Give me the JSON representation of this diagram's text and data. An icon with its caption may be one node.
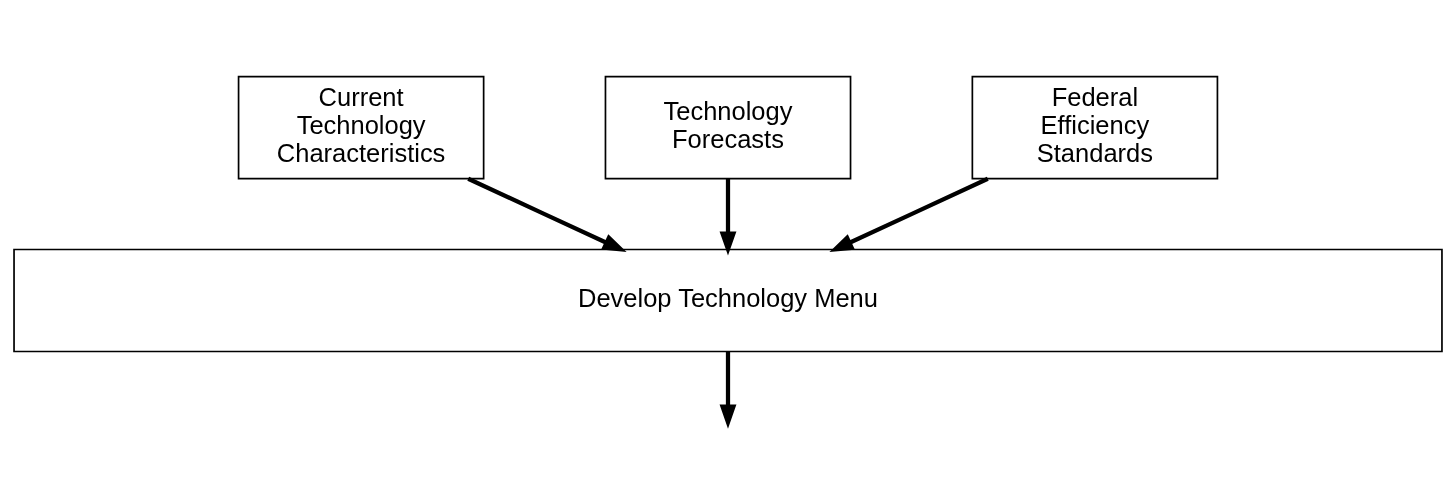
{
  "diagram": {
    "nodes": [
      {
        "text": [
          "Current Technology Characteristics"
        ]
      },
      {
        "text": [
          "Technology Forecasts"
        ]
      },
      {
        "text": [
          "Federal Efficiency Standards"
        ]
      },
      {
        "text": [
          "Develop Technology Menu"
        ]
      }
    ],
    "edges": [
      {
        "from": 0,
        "to": 3,
        "arrow": "to"
      },
      {
        "from": 1,
        "to": 3,
        "arrow": "to"
      },
      {
        "from": 2,
        "to": 3,
        "arrow": "to"
      },
      {
        "from": 3,
        "to": null,
        "arrow": "to"
      }
    ]
  }
}
